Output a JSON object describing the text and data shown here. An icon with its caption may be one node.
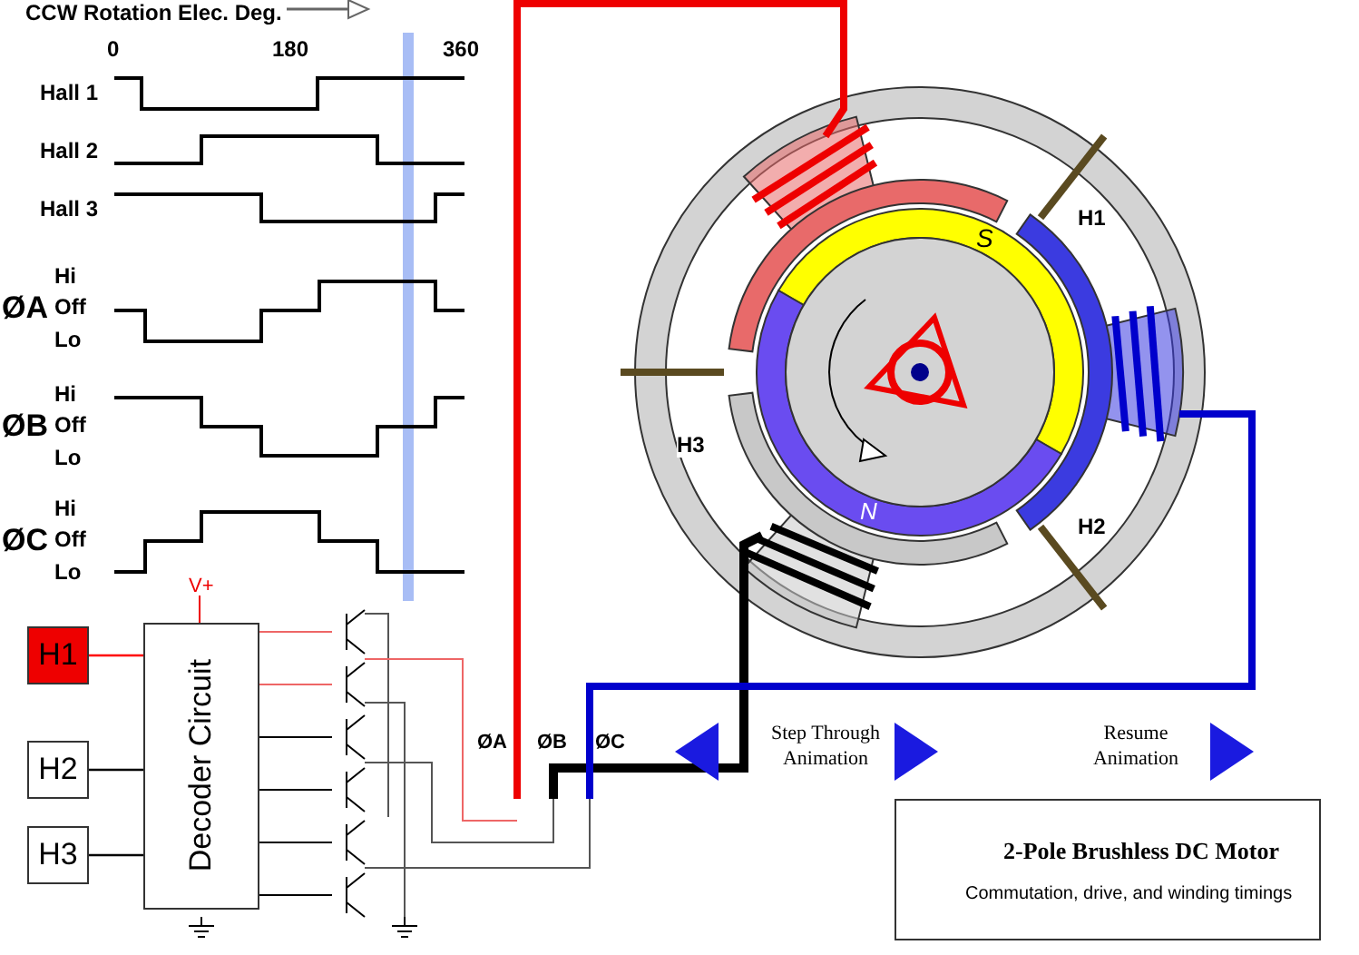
{
  "diagram": {
    "nodes": [
      {
        "text": [
          "H1"
        ]
      },
      {
        "text": [
          "H2"
        ]
      },
      {
        "text": [
          "H3"
        ]
      },
      {
        "text": [
          "Decoder Circuit"
        ]
      }
    ],
    "edges": [
      {
        "from": 0,
        "to": 3,
        "arrow": "none",
        "color": "#ff0000"
      },
      {
        "from": 1,
        "to": 3,
        "arrow": "none"
      },
      {
        "from": 2,
        "to": 3,
        "arrow": "none"
      }
    ],
    "labels": [
      "CCW Rotation Elec. Deg.",
      "0",
      "180",
      "360",
      "Hall 1",
      "Hall 2",
      "Hall 3",
      "ØA",
      "Hi",
      "Off",
      "Lo",
      "ØB",
      "Hi",
      "Off",
      "Lo",
      "ØC",
      "Hi",
      "Off",
      "Lo",
      "V+",
      "ØA",
      "ØB",
      "ØC",
      "S",
      "N",
      "H1",
      "H2",
      "H3",
      "Step Through Animation",
      "Resume Animation",
      "2-Pole Brushless DC Motor",
      "Commutation, drive, and winding timings"
    ]
  }
}
